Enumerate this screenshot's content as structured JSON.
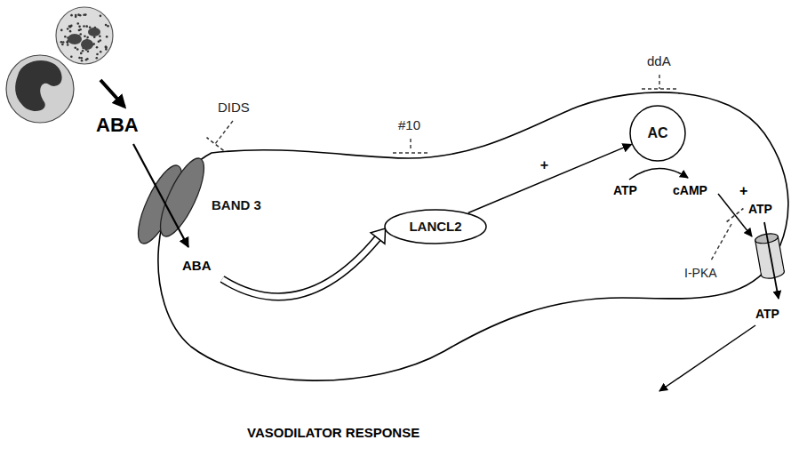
{
  "diagram": {
    "nodes": [
      {
        "text": [
          "BAND 3"
        ]
      },
      {
        "text": [
          "LANCL2"
        ]
      },
      {
        "text": [
          "AC"
        ]
      }
    ],
    "edges": [
      {
        "from": 1,
        "to": 2,
        "arrow": "to",
        "label": "+"
      }
    ],
    "labels": [
      "ABA",
      "DIDS",
      "ABA",
      "#10",
      "ddA",
      "ATP",
      "cAMP",
      "+",
      "ATP",
      "ATP",
      "I-PKA",
      "VASODILATOR RESPONSE"
    ]
  }
}
